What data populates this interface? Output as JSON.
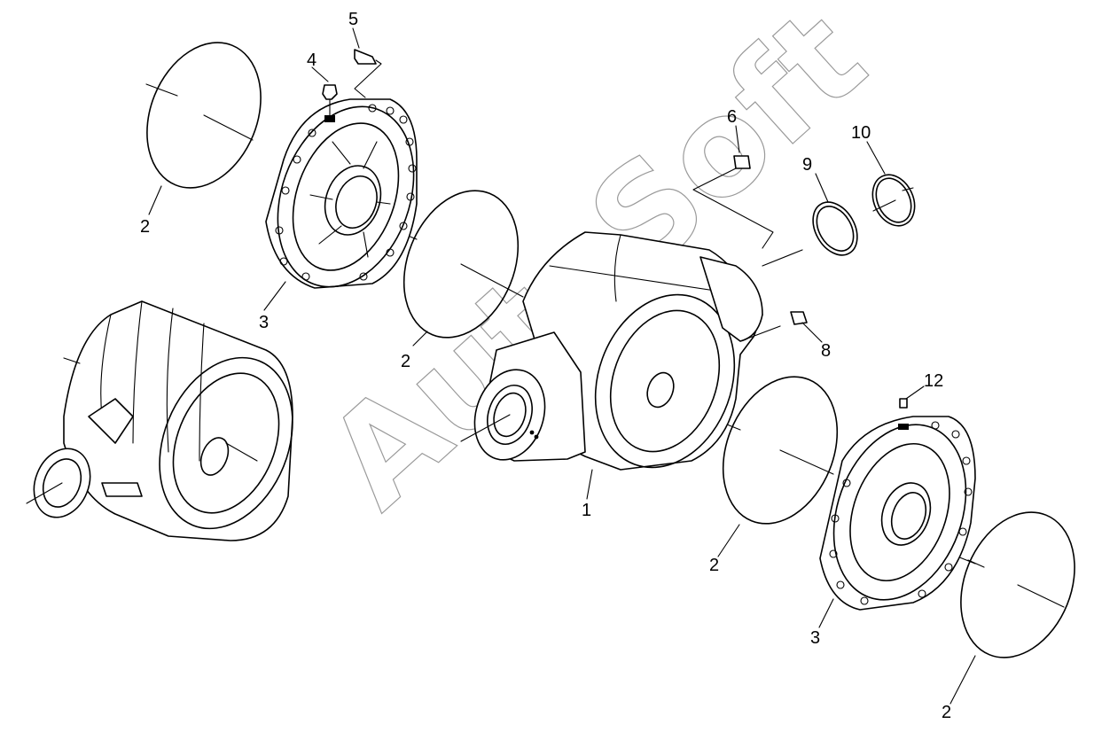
{
  "watermark": "AutoSoft",
  "callouts": [
    {
      "id": "c1",
      "label": "1"
    },
    {
      "id": "c2a",
      "label": "2"
    },
    {
      "id": "c2b",
      "label": "2"
    },
    {
      "id": "c2c",
      "label": "2"
    },
    {
      "id": "c2d",
      "label": "2"
    },
    {
      "id": "c3a",
      "label": "3"
    },
    {
      "id": "c3b",
      "label": "3"
    },
    {
      "id": "c4",
      "label": "4"
    },
    {
      "id": "c5",
      "label": "5"
    },
    {
      "id": "c6",
      "label": "6"
    },
    {
      "id": "c8",
      "label": "8"
    },
    {
      "id": "c9",
      "label": "9"
    },
    {
      "id": "c10",
      "label": "10"
    },
    {
      "id": "c12",
      "label": "12"
    }
  ],
  "colors": {
    "line": "#000000",
    "background": "#ffffff",
    "watermark": "#9a9a9a"
  }
}
